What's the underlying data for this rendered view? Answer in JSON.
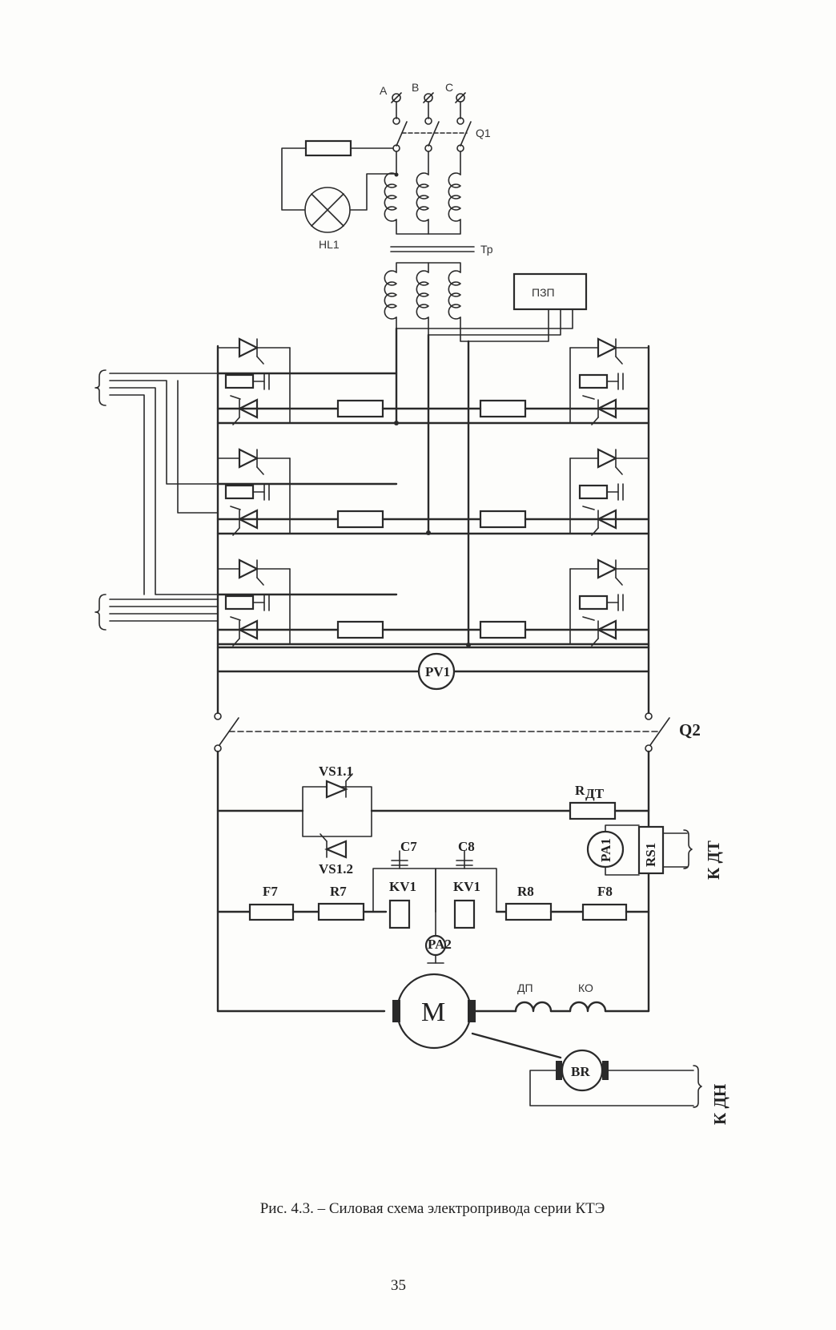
{
  "diagram": {
    "labels": {
      "phase_a": "A",
      "phase_b": "B",
      "phase_c": "C",
      "breaker_q1": "Q1",
      "lamp_hl1": "HL1",
      "transformer": "Тр",
      "pzp": "ПЗП",
      "voltmeter": "PV1",
      "breaker_q2": "Q2",
      "thyristor_vs11": "VS1.1",
      "thyristor_vs12": "VS1.2",
      "r_dt": "R",
      "r_dt_sub": "ДТ",
      "ammeter_pa1": "PA1",
      "shunt_rs1": "RS1",
      "k_dt": "К ДТ",
      "cap_c7": "C7",
      "cap_c8": "C8",
      "relay_kv1_a": "KV1",
      "relay_kv1_b": "KV1",
      "fuse_f7": "F7",
      "res_r7": "R7",
      "res_r8": "R8",
      "fuse_f8": "F8",
      "ammeter_pa2": "PA2",
      "winding_dp": "ДП",
      "winding_ko": "КО",
      "motor": "M",
      "tacho": "BR",
      "k_dn": "К ДН"
    }
  },
  "caption": "Рис. 4.3. – Силовая схема электропривода серии КТЭ",
  "page_number": "35"
}
